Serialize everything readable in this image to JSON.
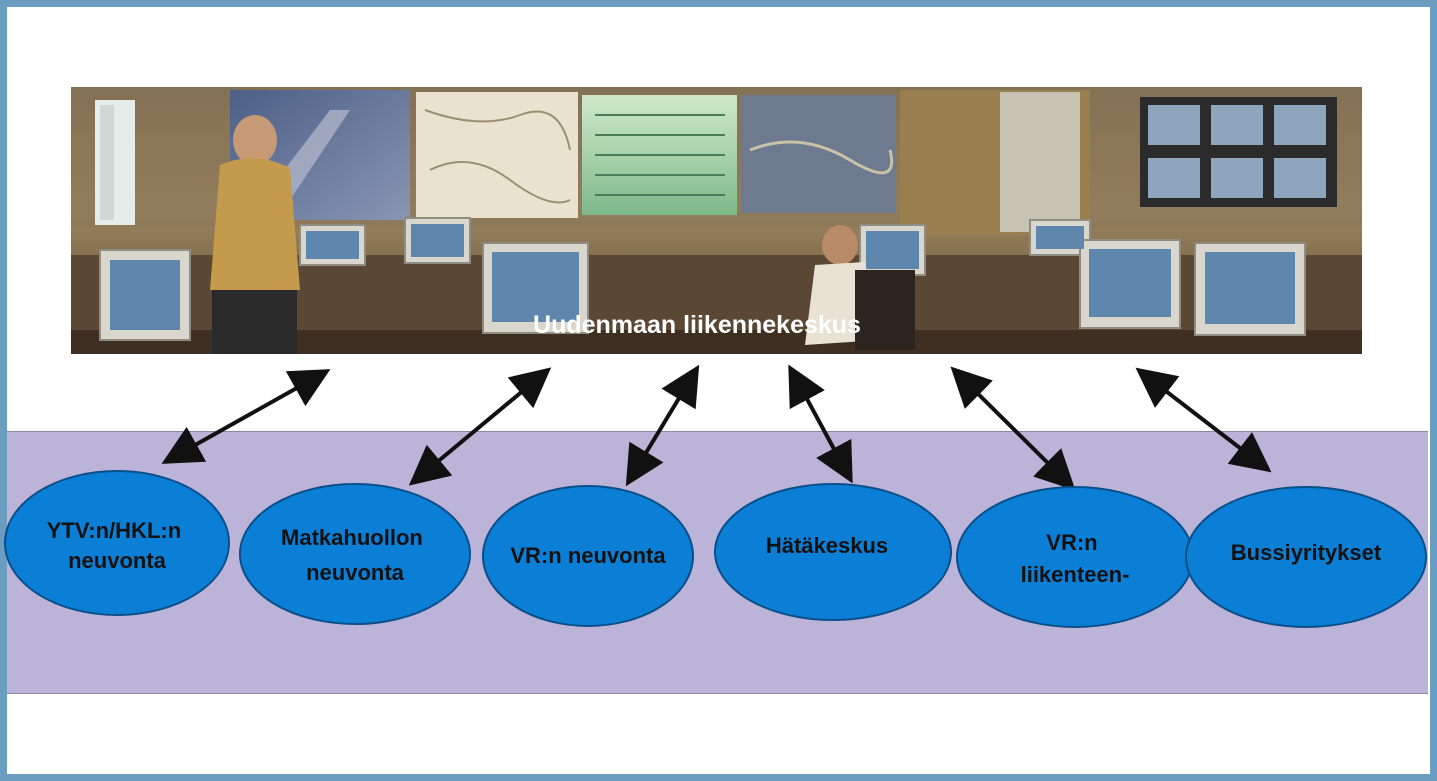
{
  "center": {
    "label": "Uudenmaan liikennekeskus"
  },
  "nodes": [
    {
      "id": "ytv",
      "lines": [
        "YTV:n/HKL:n",
        "neuvonta"
      ]
    },
    {
      "id": "matka",
      "lines": [
        "Matkahuollon",
        "neuvonta"
      ]
    },
    {
      "id": "vrneu",
      "lines": [
        "VR:n neuvonta"
      ]
    },
    {
      "id": "hata",
      "lines": [
        "Hätäkeskus"
      ]
    },
    {
      "id": "vrlii",
      "lines": [
        "VR:n",
        "liikenteen-"
      ]
    },
    {
      "id": "bussi",
      "lines": [
        "Bussiyritykset"
      ]
    }
  ],
  "colors": {
    "frame": "#6b9dc0",
    "band": "#bbb3d8",
    "node_fill": "#0b7fd6",
    "node_stroke": "#0a4f8a",
    "arrow": "#111111"
  }
}
